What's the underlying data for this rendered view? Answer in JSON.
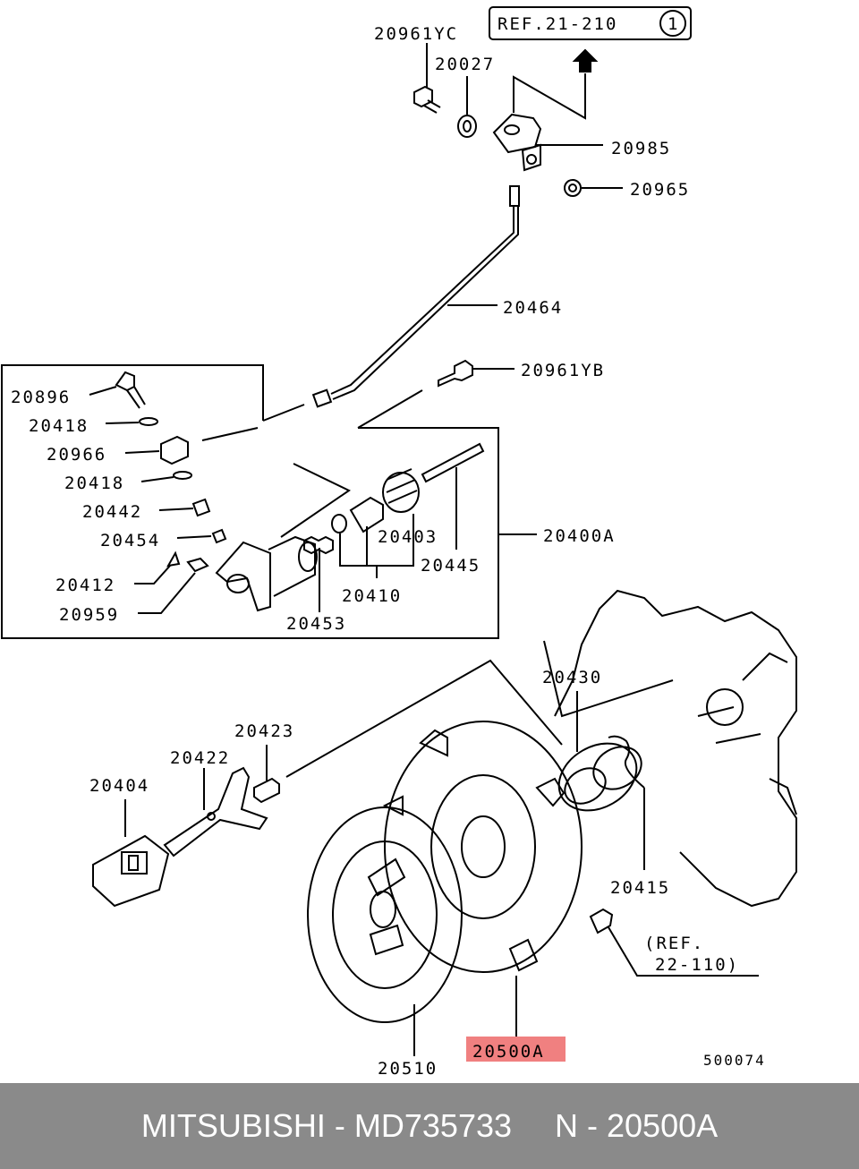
{
  "diagram": {
    "ref_top": {
      "text": "REF.21-210",
      "circle": "1"
    },
    "ref_bottom": {
      "line1": "(REF.",
      "line2": "22-110)"
    },
    "figure_number": "500074",
    "highlight_color": "#f08080",
    "parts": [
      {
        "id": "p-20961yc",
        "label": "20961YC"
      },
      {
        "id": "p-20027",
        "label": "20027"
      },
      {
        "id": "p-20985",
        "label": "20985"
      },
      {
        "id": "p-20965",
        "label": "20965"
      },
      {
        "id": "p-20464",
        "label": "20464"
      },
      {
        "id": "p-20961yb",
        "label": "20961YB"
      },
      {
        "id": "p-20896",
        "label": "20896"
      },
      {
        "id": "p-20418a",
        "label": "20418"
      },
      {
        "id": "p-20966",
        "label": "20966"
      },
      {
        "id": "p-20418b",
        "label": "20418"
      },
      {
        "id": "p-20442",
        "label": "20442"
      },
      {
        "id": "p-20454",
        "label": "20454"
      },
      {
        "id": "p-20412",
        "label": "20412"
      },
      {
        "id": "p-20959",
        "label": "20959"
      },
      {
        "id": "p-20453",
        "label": "20453"
      },
      {
        "id": "p-20410",
        "label": "20410"
      },
      {
        "id": "p-20403",
        "label": "20403"
      },
      {
        "id": "p-20445",
        "label": "20445"
      },
      {
        "id": "p-20400a",
        "label": "20400A"
      },
      {
        "id": "p-20430",
        "label": "20430"
      },
      {
        "id": "p-20423",
        "label": "20423"
      },
      {
        "id": "p-20422",
        "label": "20422"
      },
      {
        "id": "p-20404",
        "label": "20404"
      },
      {
        "id": "p-20415",
        "label": "20415"
      },
      {
        "id": "p-20510",
        "label": "20510"
      },
      {
        "id": "p-20500a",
        "label": "20500A",
        "highlighted": true
      }
    ]
  },
  "footer": {
    "brand": "MITSUBISHI",
    "part_number": "MD735733",
    "ref_code": "N - 20500A"
  }
}
